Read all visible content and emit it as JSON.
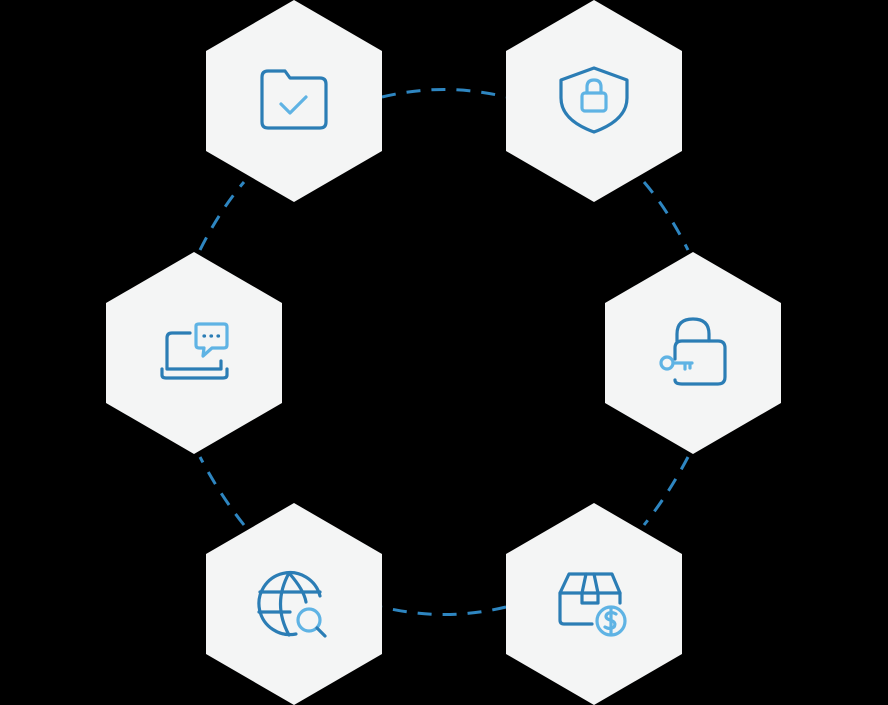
{
  "colors": {
    "background": "#000000",
    "hexagon_fill": "#f4f5f5",
    "connector": "#2e86c1",
    "icon_primary": "#2b7db5",
    "icon_secondary": "#5fb3e4"
  },
  "nodes": [
    {
      "id": "files",
      "icon": "folder-check-icon"
    },
    {
      "id": "security",
      "icon": "shield-lock-icon"
    },
    {
      "id": "access-key",
      "icon": "padlock-key-icon"
    },
    {
      "id": "payments",
      "icon": "box-dollar-icon"
    },
    {
      "id": "web-search",
      "icon": "globe-search-icon"
    },
    {
      "id": "support-chat",
      "icon": "laptop-chat-icon"
    }
  ],
  "connector_style": "dashed"
}
